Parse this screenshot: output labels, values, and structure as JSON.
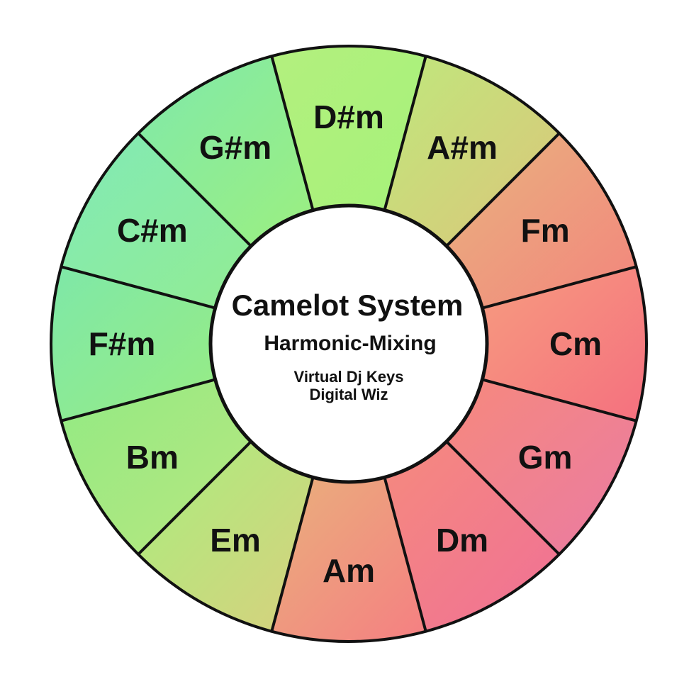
{
  "center": {
    "title": "Camelot System",
    "subtitle": "Harmonic-Mixing",
    "credit_line1": "Virtual Dj Keys",
    "credit_line2": "Digital Wiz"
  },
  "segments": [
    {
      "label": "D#m",
      "colors": [
        "#b3f07e",
        "#a6f27a"
      ]
    },
    {
      "label": "A#m",
      "colors": [
        "#bfe87c",
        "#dcc57a"
      ]
    },
    {
      "label": "Fm",
      "colors": [
        "#e8b37e",
        "#f3857d"
      ]
    },
    {
      "label": "Cm",
      "colors": [
        "#f69c7f",
        "#f5707f"
      ]
    },
    {
      "label": "Gm",
      "colors": [
        "#f6897d",
        "#ea7ba3"
      ]
    },
    {
      "label": "Dm",
      "colors": [
        "#f58a7e",
        "#f07096"
      ]
    },
    {
      "label": "Am",
      "colors": [
        "#e9b07c",
        "#f57f82"
      ]
    },
    {
      "label": "Em",
      "colors": [
        "#a9ee7e",
        "#d8d07e"
      ]
    },
    {
      "label": "Bm",
      "colors": [
        "#92ea84",
        "#b9e77f"
      ]
    },
    {
      "label": "F#m",
      "colors": [
        "#7ee8a8",
        "#98ec84"
      ]
    },
    {
      "label": "C#m",
      "colors": [
        "#81eab7",
        "#92ec93"
      ]
    },
    {
      "label": "G#m",
      "colors": [
        "#7fe9ab",
        "#9cef80"
      ]
    }
  ]
}
